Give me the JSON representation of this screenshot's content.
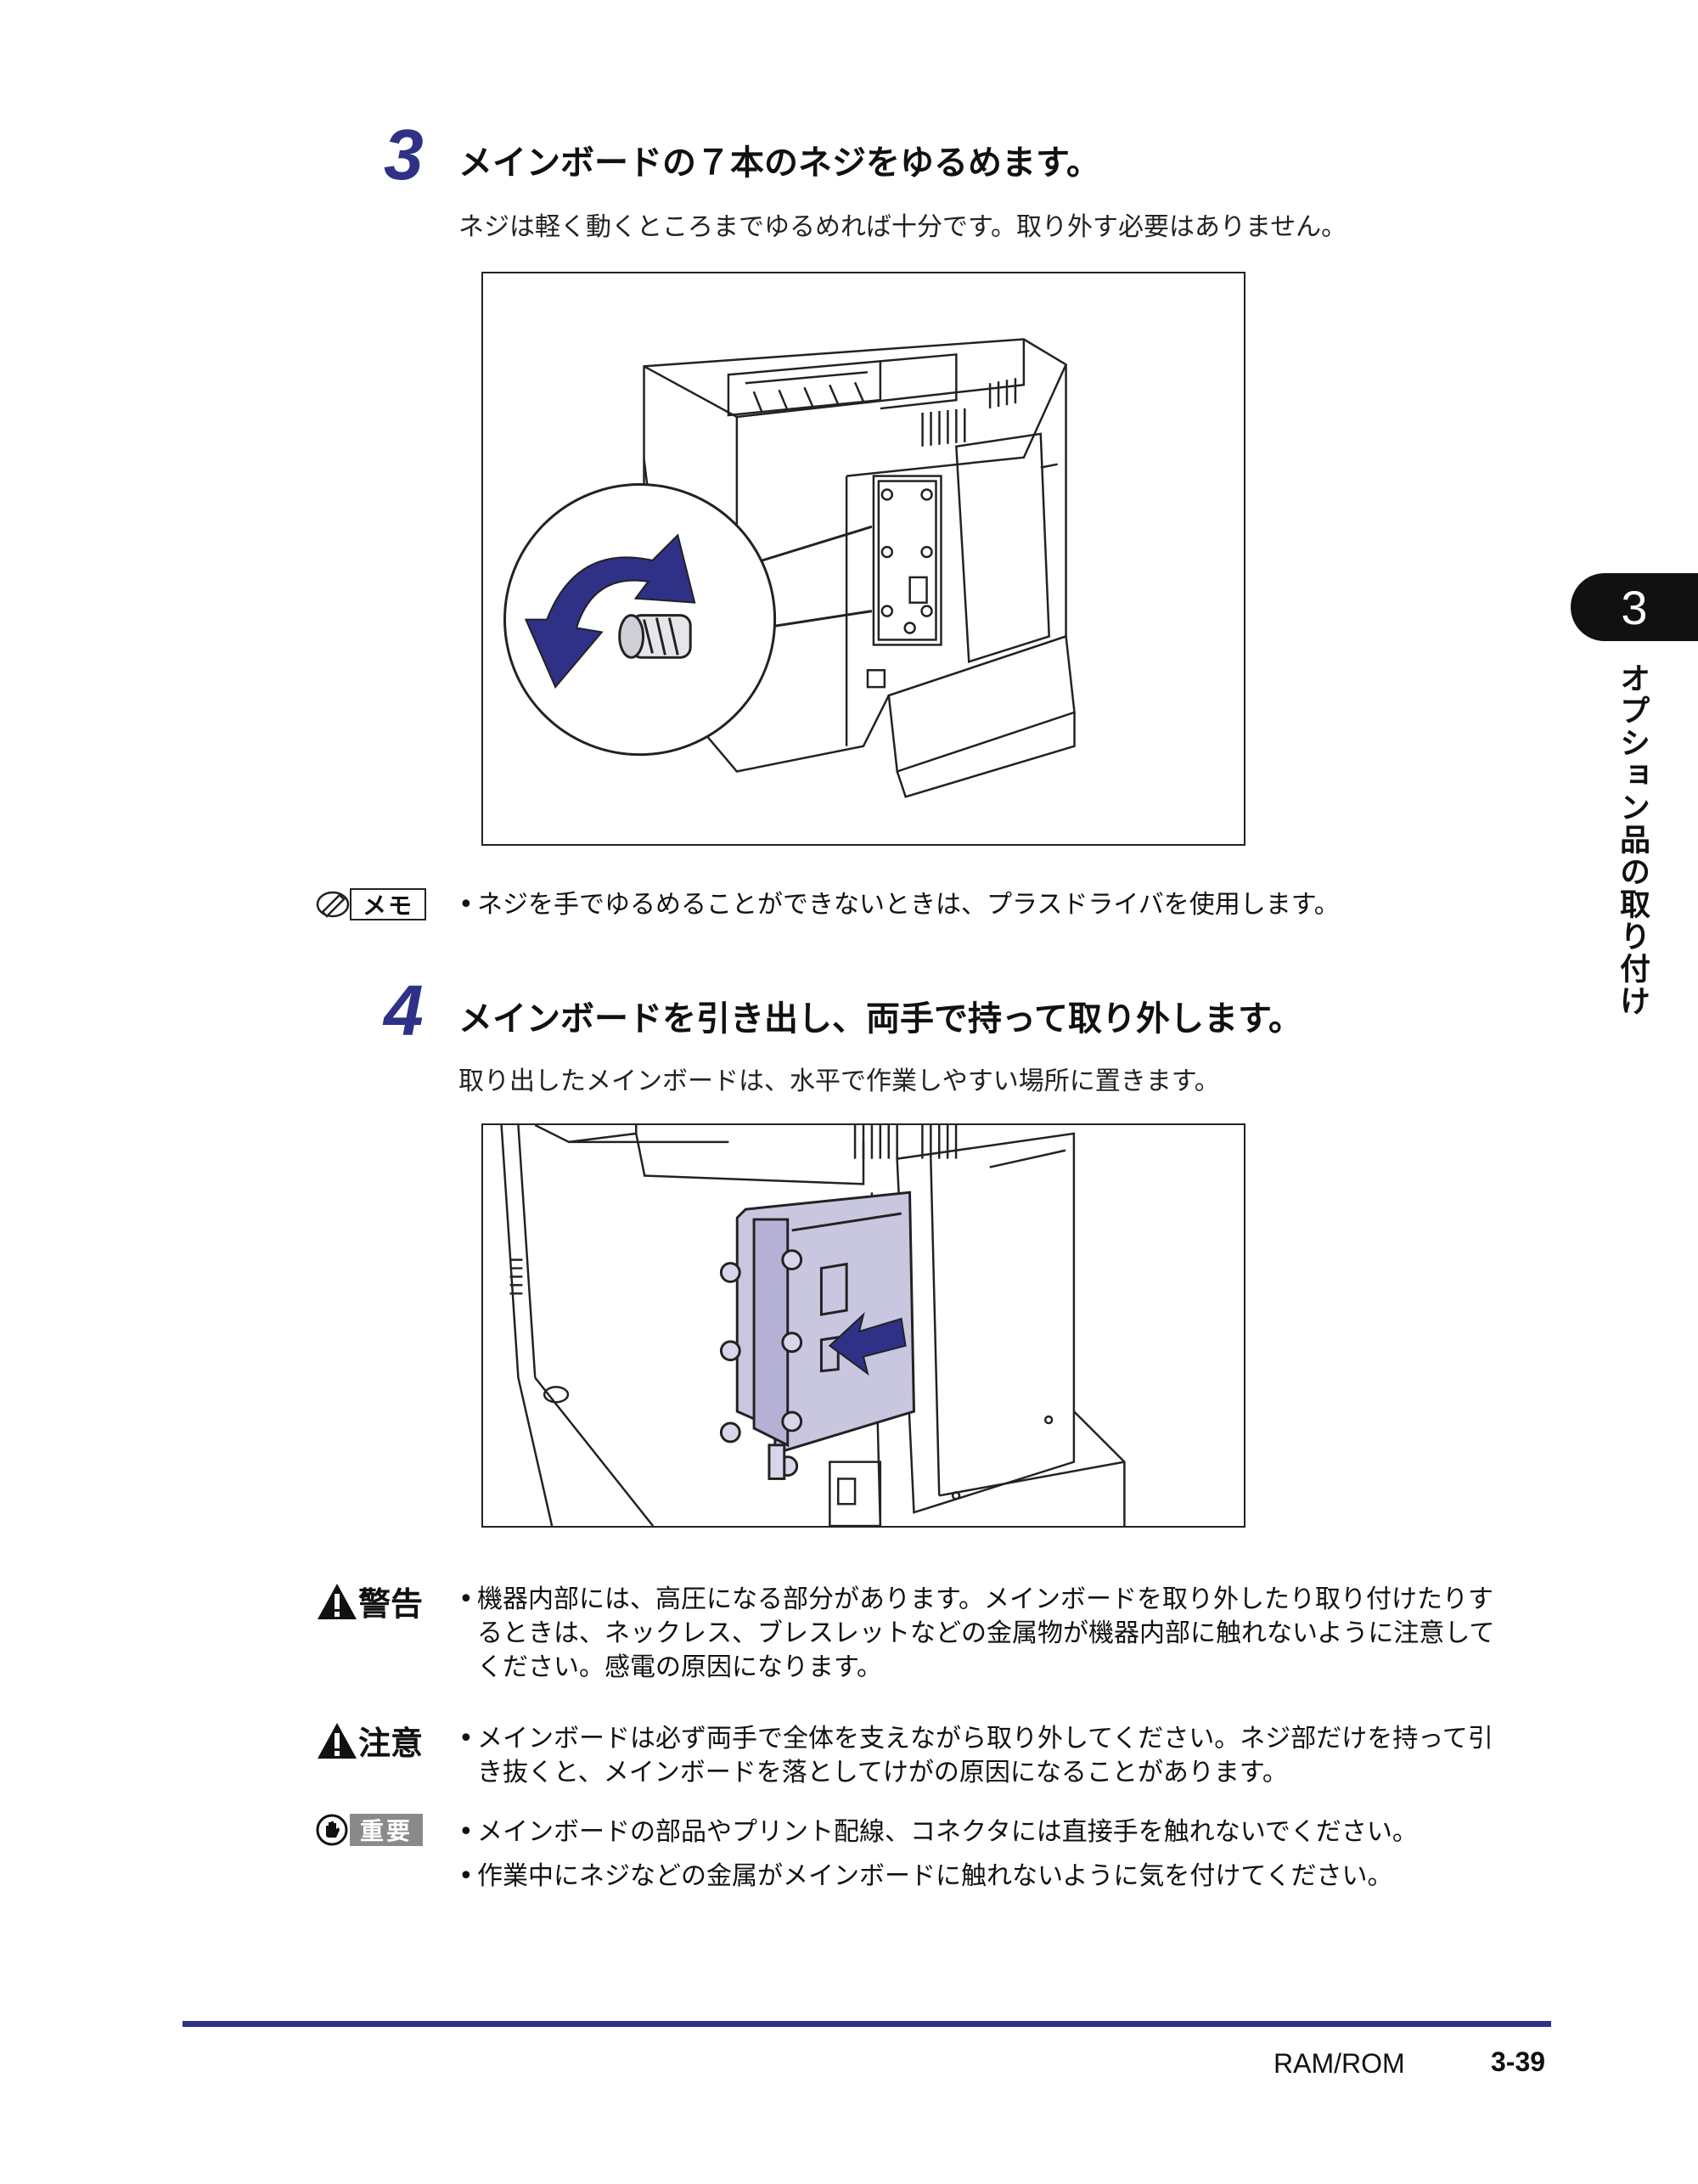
{
  "step3": {
    "number": "3",
    "title": "メインボードの７本のネジをゆるめます。",
    "description": "ネジは軽く動くところまでゆるめれば十分です。取り外す必要はありません。"
  },
  "memo": {
    "label": "メモ",
    "bullet": "ネジを手でゆるめることができないときは、プラスドライバを使用します。"
  },
  "step4": {
    "number": "4",
    "title": "メインボードを引き出し、両手で持って取り外します。",
    "description": "取り出したメインボードは、水平で作業しやすい場所に置きます。"
  },
  "warning": {
    "label": "警告",
    "lines": [
      "機器内部には、高圧になる部分があります。メインボードを取り外したり取り付けたりす",
      "るときは、ネックレス、ブレスレットなどの金属物が機器内部に触れないように注意して",
      "ください。感電の原因になります。"
    ]
  },
  "caution": {
    "label": "注意",
    "lines": [
      "メインボードは必ず両手で全体を支えながら取り外してください。ネジ部だけを持って引",
      "き抜くと、メインボードを落としてけがの原因になることがあります。"
    ]
  },
  "important": {
    "label": "重要",
    "bullets": [
      "メインボードの部品やプリント配線、コネクタには直接手を触れないでください。",
      "作業中にネジなどの金属がメインボードに触れないように気を付けてください。"
    ]
  },
  "side_tab": {
    "chapter": "3",
    "title": "オプション品の取り付け"
  },
  "footer": {
    "section": "RAM/ROM",
    "page": "3-39"
  },
  "colors": {
    "accent": "#2e3186",
    "tab": "#111111",
    "important_badge": "#8a8a8a",
    "board_fill": "#c9c6e0"
  }
}
